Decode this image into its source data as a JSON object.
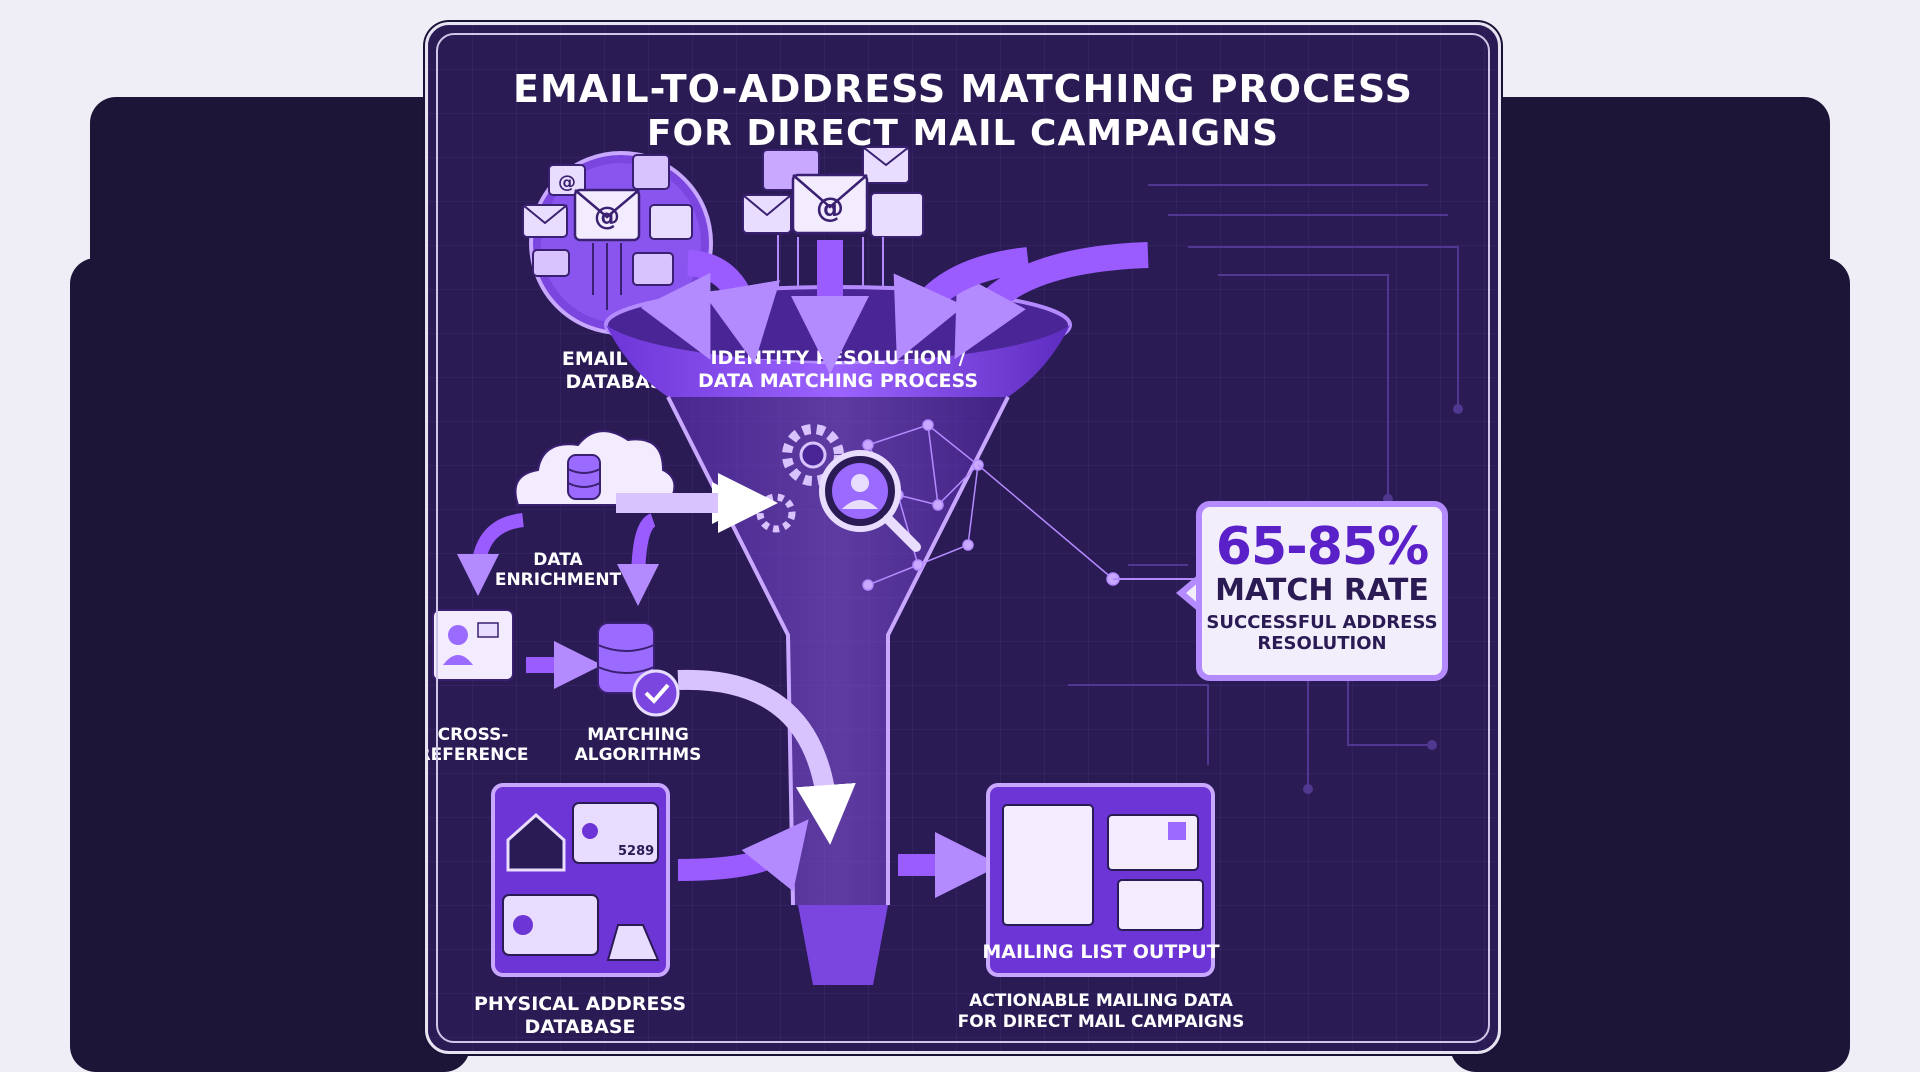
{
  "title": {
    "line1": "EMAIL-TO-ADDRESS MATCHING PROCESS",
    "line2": "FOR DIRECT MAIL CAMPAIGNS"
  },
  "nodes": {
    "email_list": "EMAIL LIST\nDATABASE",
    "funnel": "IDENTITY RESOLUTION /\nDATA MATCHING PROCESS",
    "data_enrichment": "DATA\nENRICHMENT",
    "cross_reference": "CROSS-\nREFERENCE",
    "matching_algorithms": "MATCHING\nALGORITHMS",
    "physical_address": "PHYSICAL ADDRESS\nDATABASE",
    "mailing_output": "MAILING LIST OUTPUT",
    "mailing_output_sub": "ACTIONABLE MAILING DATA\nFOR DIRECT MAIL CAMPAIGNS"
  },
  "match_rate": {
    "percent": "65-85%",
    "title": "MATCH RATE",
    "subtitle": "SUCCESSFUL ADDRESS\nRESOLUTION"
  },
  "address_card": {
    "zip": "5289"
  },
  "colors": {
    "card_bg": "#2a1b54",
    "accent": "#9b5cff",
    "accent_light": "#c9a8ff",
    "page_bg": "#efedf6"
  },
  "icons": [
    "envelope-icon",
    "at-icon",
    "cloud-database-icon",
    "contact-card-icon",
    "database-check-icon",
    "gear-icon",
    "search-person-icon",
    "house-icon",
    "location-pin-icon",
    "map-icon",
    "mail-stack-icon"
  ]
}
